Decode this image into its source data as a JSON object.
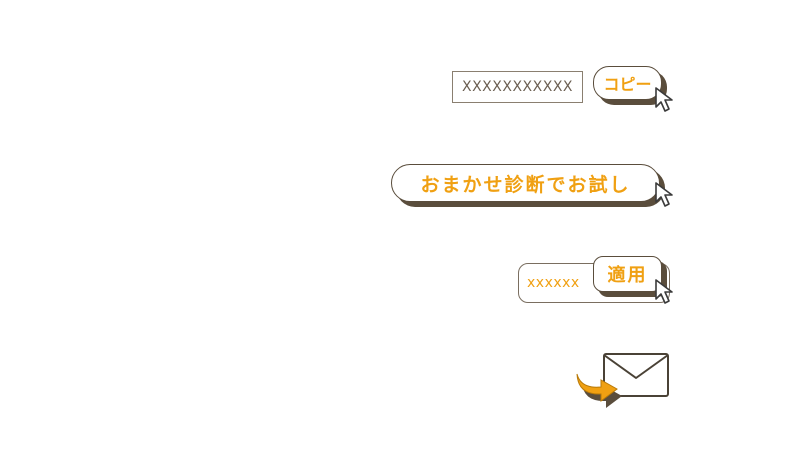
{
  "copy_row": {
    "code_value": "XXXXXXXXXXX",
    "copy_label": "コピー"
  },
  "diagnosis_row": {
    "button_label": "おまかせ診断でお試し"
  },
  "coupon_row": {
    "coupon_value": "xxxxxx",
    "apply_label": "適用"
  },
  "icons": {
    "cursor": "pointer-cursor-icon",
    "mail": "mail-send-icon"
  },
  "colors": {
    "accent": "#f0a012",
    "outline": "#5a4d3c",
    "field_border": "#8a7f70"
  }
}
